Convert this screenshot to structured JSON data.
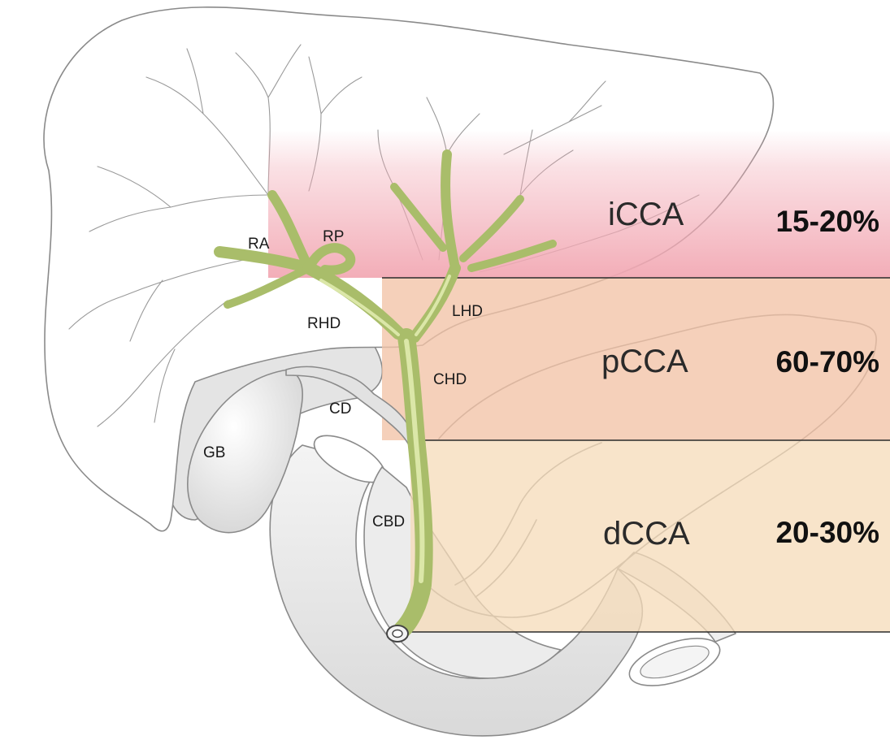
{
  "structure_labels": {
    "ra": "RA",
    "rp": "RP",
    "rhd": "RHD",
    "lhd": "LHD",
    "chd": "CHD",
    "cd": "CD",
    "gb": "GB",
    "cbd": "CBD"
  },
  "zones": [
    {
      "name": "iCCA",
      "percent": "15-20%",
      "color": "#f2a9b4"
    },
    {
      "name": "pCCA",
      "percent": "60-70%",
      "color": "#f2c3a6"
    },
    {
      "name": "dCCA",
      "percent": "20-30%",
      "color": "#f6dbb8"
    }
  ],
  "colors": {
    "bile_duct": "#c5d68a",
    "organ_outline": "#8a8a8a",
    "zone_border": "#2b2b2b"
  }
}
